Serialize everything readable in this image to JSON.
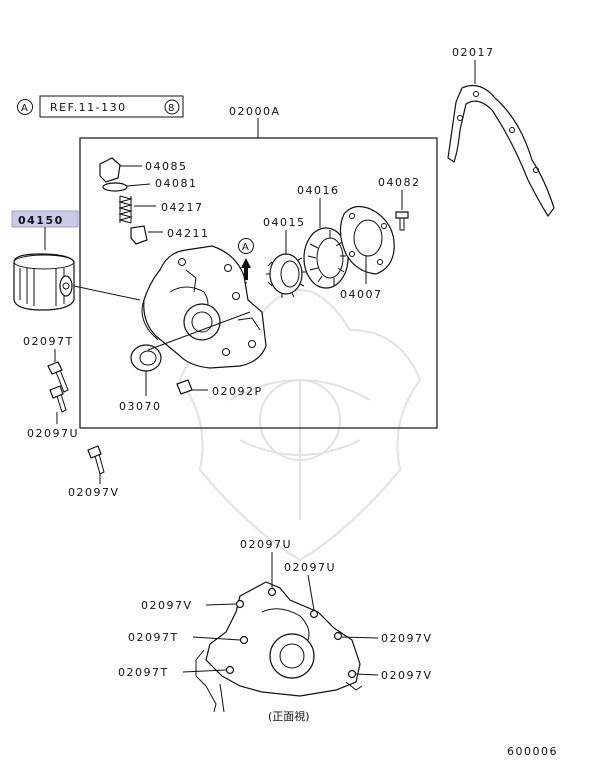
{
  "labels": {
    "assembly": "02000A",
    "gasket": "02017",
    "ref_prefix": "REF.11-130",
    "ref_letter": "A",
    "ref_suffix": "8",
    "p04085": "04085",
    "p04081": "04081",
    "p04217": "04217",
    "p04211": "04211",
    "p04016": "04016",
    "p04082": "04082",
    "p04015": "04015",
    "p04007": "04007",
    "p03070": "03070",
    "p02092P": "02092P",
    "p04150": "04150",
    "p02097T_1": "02097T",
    "p02097U_1": "02097U",
    "p02097V_1": "02097V",
    "p02097U_2": "02097U",
    "p02097U_3": "02097U",
    "p02097V_2": "02097V",
    "p02097T_2": "02097T",
    "p02097V_3": "02097V",
    "p02097T_3": "02097T",
    "p02097V_4": "02097V",
    "view_letter": "A",
    "front_view": "(正面視)",
    "diagram_id": "600006"
  },
  "colors": {
    "highlight": "#c9cbe9",
    "line": "#111111",
    "watermark": "#e2e2e2"
  }
}
